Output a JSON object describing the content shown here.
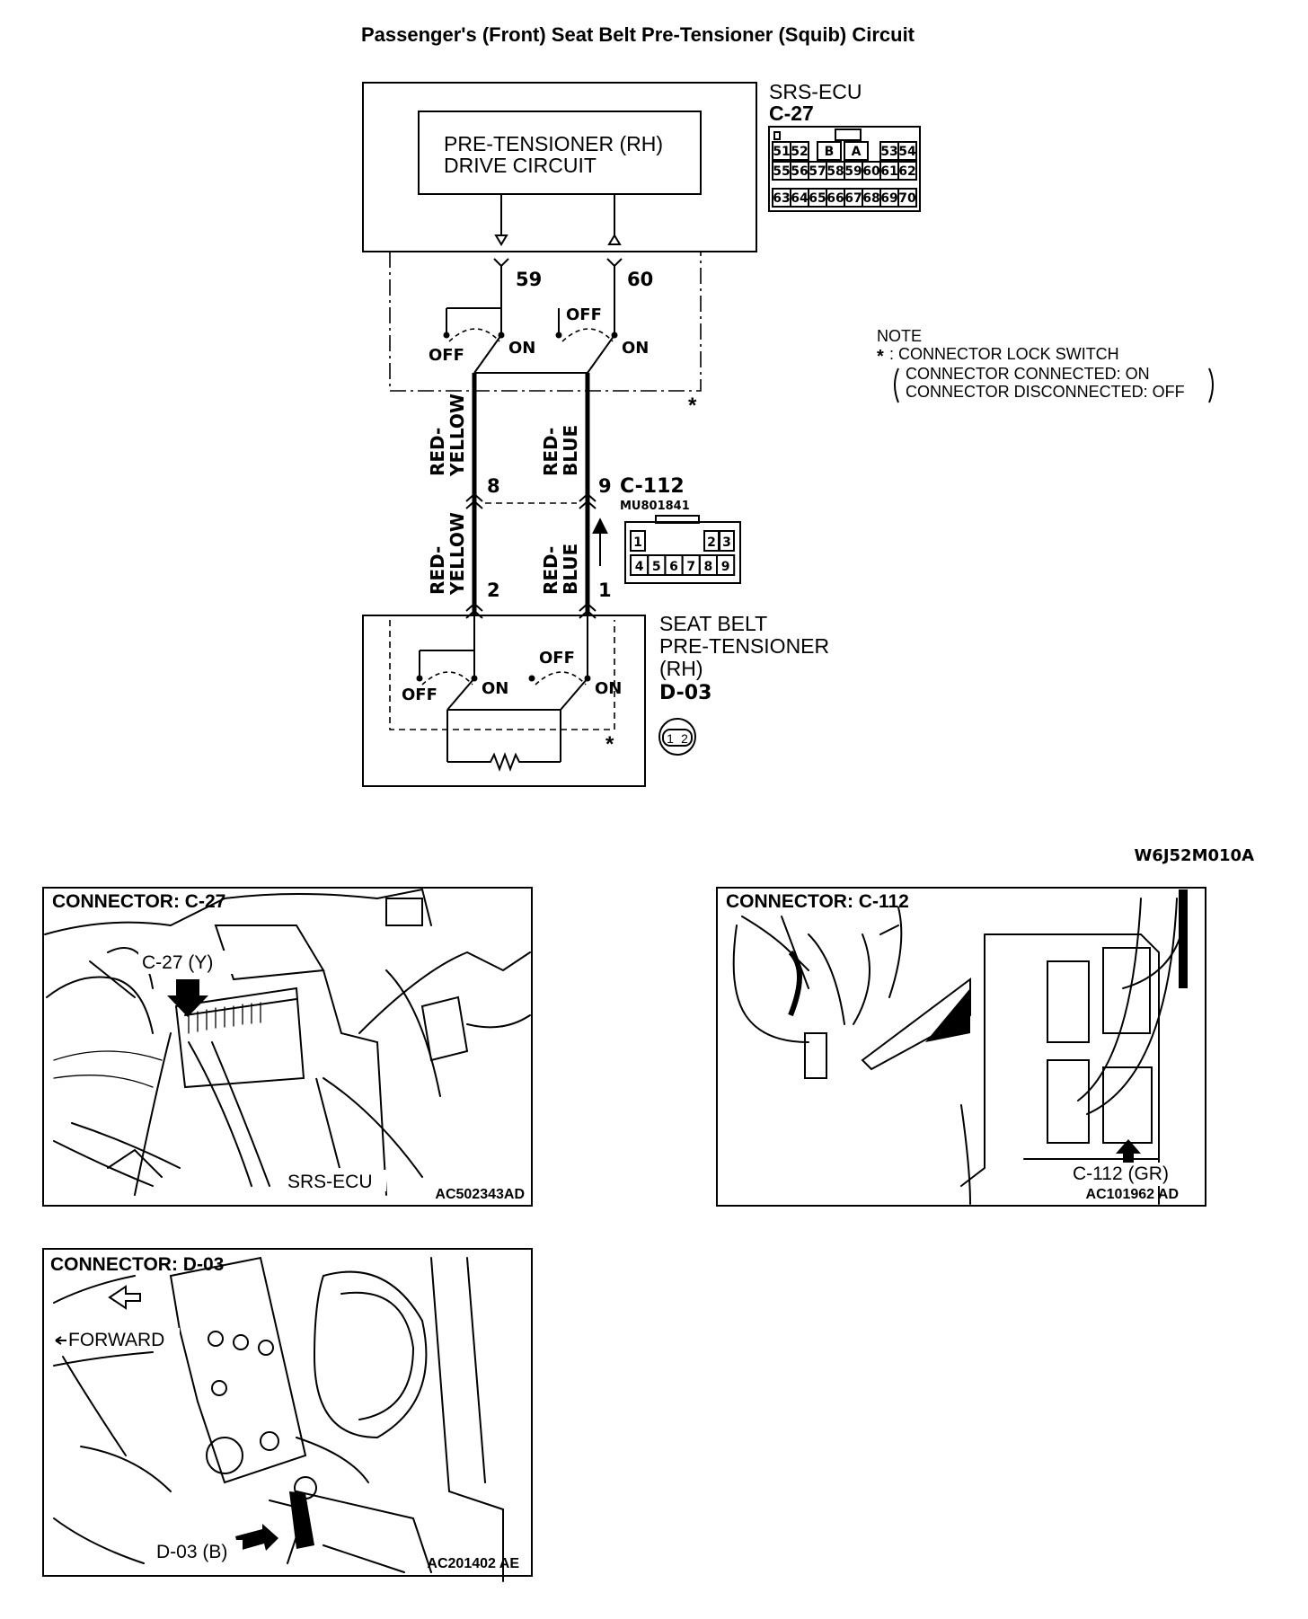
{
  "title": "Passenger's (Front) Seat Belt Pre-Tensioner (Squib) Circuit",
  "ecu": {
    "block_line1": "PRE-TENSIONER (RH)",
    "block_line2": "DRIVE CIRCUIT",
    "label": "SRS-ECU",
    "connector": "C-27",
    "pin_a": "59",
    "pin_b": "60",
    "switch_off": "OFF",
    "switch_on": "ON",
    "pinout": {
      "row1": [
        "51",
        "52",
        "B",
        "A",
        "53",
        "54"
      ],
      "row2": [
        "55",
        "56",
        "57",
        "58",
        "59",
        "60",
        "61",
        "62"
      ],
      "row3": [
        "63",
        "64",
        "65",
        "66",
        "67",
        "68",
        "69",
        "70"
      ]
    }
  },
  "note": {
    "heading": "NOTE",
    "line1": ": CONNECTOR LOCK SWITCH",
    "line2": "CONNECTOR CONNECTED: ON",
    "line3": "CONNECTOR DISCONNECTED: OFF",
    "asterisk": "*"
  },
  "wires": {
    "upper_left_line1": "RED-",
    "upper_left_line2": "YELLOW",
    "upper_right_line1": "RED-",
    "upper_right_line2": "BLUE",
    "lower_left_line1": "RED-",
    "lower_left_line2": "YELLOW",
    "lower_right_line1": "RED-",
    "lower_right_line2": "BLUE"
  },
  "c112": {
    "connector": "C-112",
    "part_number": "MU801841",
    "pin_upper_left": "8",
    "pin_upper_right": "9",
    "pinout_row1": [
      "1",
      "2",
      "3"
    ],
    "pinout_row2": [
      "4",
      "5",
      "6",
      "7",
      "8",
      "9"
    ]
  },
  "seatbelt": {
    "label_line1": "SEAT BELT",
    "label_line2": "PRE-TENSIONER",
    "label_line3": "(RH)",
    "connector": "D-03",
    "pin_left": "2",
    "pin_right": "1",
    "connector_pins": [
      "1",
      "2"
    ]
  },
  "diagram_code": "W6J52M010A",
  "panel_c27": {
    "title": "CONNECTOR: C-27",
    "callout": "C-27 (Y)",
    "label": "SRS-ECU",
    "code": "AC502343AD"
  },
  "panel_c112": {
    "title": "CONNECTOR: C-112",
    "callout": "C-112 (GR)",
    "code": "AC101962 AD"
  },
  "panel_d03": {
    "title": "CONNECTOR: D-03",
    "forward": "FORWARD",
    "callout": "D-03 (B)",
    "code": "AC201402 AE"
  }
}
